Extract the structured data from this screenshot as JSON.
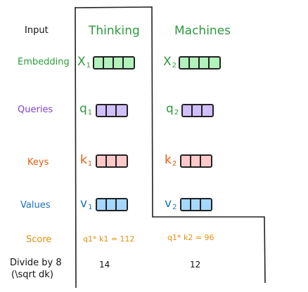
{
  "labels": {
    "input": "Input",
    "embedding": "Embedding",
    "queries": "Queries",
    "keys": "Keys",
    "values": "Values",
    "score": "Score",
    "divide_line1": "Divide by 8",
    "divide_line2": "(\\sqrt dk)"
  },
  "words": {
    "word1": "Thinking",
    "word2": "Machines"
  },
  "symbols": {
    "x1": "X",
    "x1_sub": "1",
    "x2": "X",
    "x2_sub": "2",
    "q1": "q",
    "q1_sub": "1",
    "q2": "q",
    "q2_sub": "2",
    "k1": "k",
    "k1_sub": "1",
    "k2": "k",
    "k2_sub": "2",
    "v1": "v",
    "v1_sub": "1",
    "v2": "v",
    "v2_sub": "2"
  },
  "scores": {
    "score1": "q1* k1 = 112",
    "score2": "q1* k2 = 96"
  },
  "divided": {
    "d1": "14",
    "d2": "12"
  },
  "colors": {
    "embedding": "#2e9a3e",
    "embedding_fill": "#b2f2bb",
    "queries": "#7b42d8",
    "queries_fill": "#d0bfff",
    "keys": "#e8590c",
    "keys_fill": "#ffc9c9",
    "values": "#1971c2",
    "values_fill": "#a5d8ff",
    "score": "#e6900e"
  }
}
